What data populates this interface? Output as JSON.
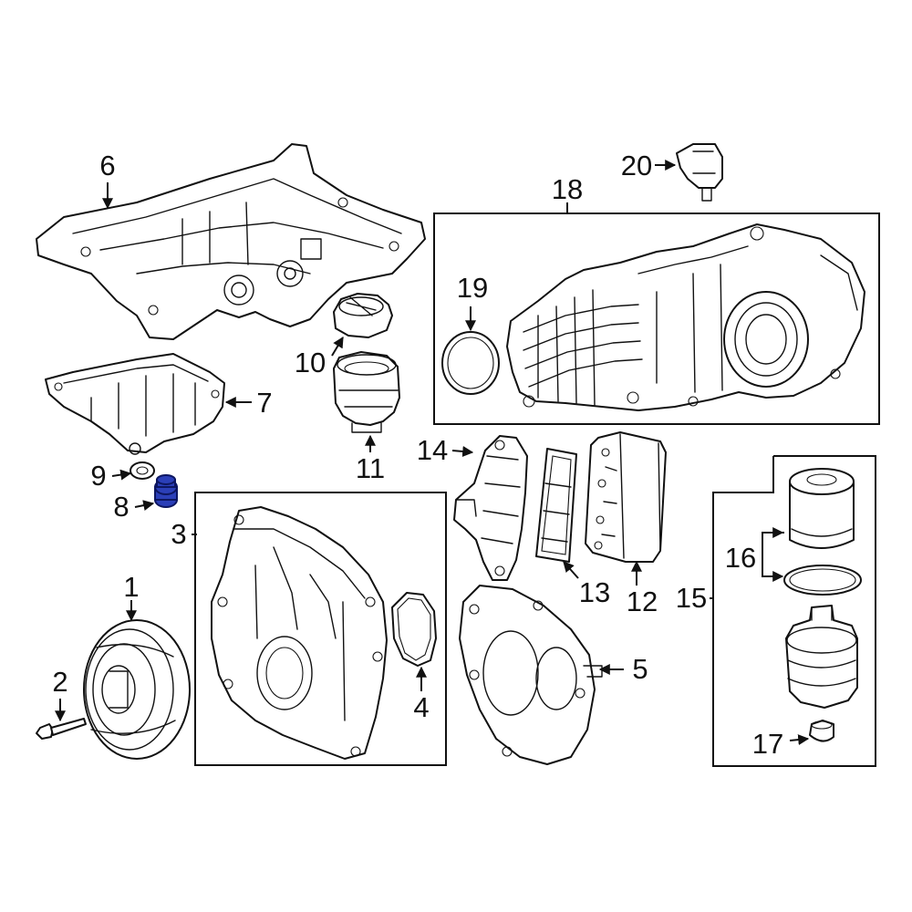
{
  "callouts": {
    "c1": "1",
    "c2": "2",
    "c3": "3",
    "c4": "4",
    "c5": "5",
    "c6": "6",
    "c7": "7",
    "c8": "8",
    "c9": "9",
    "c10": "10",
    "c11": "11",
    "c12": "12",
    "c13": "13",
    "c14": "14",
    "c15": "15",
    "c16": "16",
    "c17": "17",
    "c18": "18",
    "c19": "19",
    "c20": "20"
  },
  "colors": {
    "line": "#111111",
    "highlight": "#2b3fb8",
    "background": "#ffffff"
  }
}
